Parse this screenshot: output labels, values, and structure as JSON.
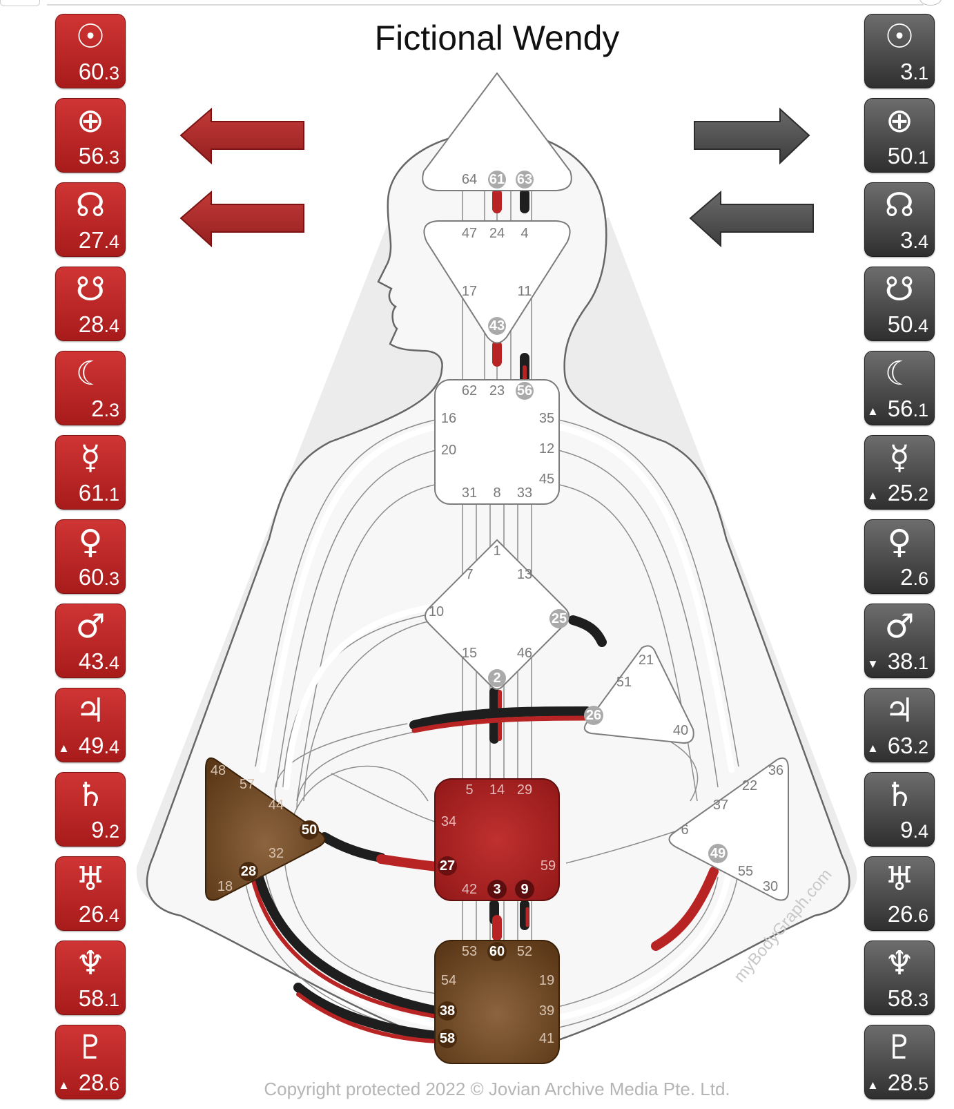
{
  "title": "Fictional Wendy",
  "copyright": "Copyright protected 2022 © Jovian Archive Media Pte. Ltd.",
  "watermark": "myBodyGraph.com",
  "colors": {
    "design_red": "#b82424",
    "personality_dark": "#3f3f3f",
    "defined_root_spleen": "#7a4e2a",
    "sacral": "#b22525"
  },
  "design_planets": [
    {
      "icon": "sun-icon",
      "symbol": "☉",
      "int": "60",
      "frac": ".3",
      "arrow": ""
    },
    {
      "icon": "earth-icon",
      "symbol": "⊕",
      "int": "56",
      "frac": ".3",
      "arrow": ""
    },
    {
      "icon": "north-node-icon",
      "symbol": "☊",
      "int": "27",
      "frac": ".4",
      "arrow": ""
    },
    {
      "icon": "south-node-icon",
      "symbol": "☋",
      "int": "28",
      "frac": ".4",
      "arrow": ""
    },
    {
      "icon": "moon-icon",
      "symbol": "☾",
      "int": "2",
      "frac": ".3",
      "arrow": ""
    },
    {
      "icon": "mercury-icon",
      "symbol": "☿",
      "int": "61",
      "frac": ".1",
      "arrow": ""
    },
    {
      "icon": "venus-icon",
      "symbol": "♀",
      "int": "60",
      "frac": ".3",
      "arrow": ""
    },
    {
      "icon": "mars-icon",
      "symbol": "♂",
      "int": "43",
      "frac": ".4",
      "arrow": ""
    },
    {
      "icon": "jupiter-icon",
      "symbol": "♃",
      "int": "49",
      "frac": ".4",
      "arrow": "▲"
    },
    {
      "icon": "saturn-icon",
      "symbol": "♄",
      "int": "9",
      "frac": ".2",
      "arrow": ""
    },
    {
      "icon": "uranus-icon",
      "symbol": "♅",
      "int": "26",
      "frac": ".4",
      "arrow": ""
    },
    {
      "icon": "neptune-icon",
      "symbol": "♆",
      "int": "58",
      "frac": ".1",
      "arrow": ""
    },
    {
      "icon": "pluto-icon",
      "symbol": "♇",
      "int": "28",
      "frac": ".6",
      "arrow": "▲"
    }
  ],
  "personality_planets": [
    {
      "icon": "sun-icon",
      "symbol": "☉",
      "int": "3",
      "frac": ".1",
      "arrow": ""
    },
    {
      "icon": "earth-icon",
      "symbol": "⊕",
      "int": "50",
      "frac": ".1",
      "arrow": ""
    },
    {
      "icon": "north-node-icon",
      "symbol": "☊",
      "int": "3",
      "frac": ".4",
      "arrow": ""
    },
    {
      "icon": "south-node-icon",
      "symbol": "☋",
      "int": "50",
      "frac": ".4",
      "arrow": ""
    },
    {
      "icon": "moon-icon",
      "symbol": "☾",
      "int": "56",
      "frac": ".1",
      "arrow": "▲"
    },
    {
      "icon": "mercury-icon",
      "symbol": "☿",
      "int": "25",
      "frac": ".2",
      "arrow": "▲"
    },
    {
      "icon": "venus-icon",
      "symbol": "♀",
      "int": "2",
      "frac": ".6",
      "arrow": ""
    },
    {
      "icon": "mars-icon",
      "symbol": "♂",
      "int": "38",
      "frac": ".1",
      "arrow": "▼"
    },
    {
      "icon": "jupiter-icon",
      "symbol": "♃",
      "int": "63",
      "frac": ".2",
      "arrow": "▲"
    },
    {
      "icon": "saturn-icon",
      "symbol": "♄",
      "int": "9",
      "frac": ".4",
      "arrow": ""
    },
    {
      "icon": "uranus-icon",
      "symbol": "♅",
      "int": "26",
      "frac": ".6",
      "arrow": ""
    },
    {
      "icon": "neptune-icon",
      "symbol": "♆",
      "int": "58",
      "frac": ".3",
      "arrow": ""
    },
    {
      "icon": "pluto-icon",
      "symbol": "♇",
      "int": "28",
      "frac": ".5",
      "arrow": "▲"
    }
  ],
  "gates": {
    "g64": "64",
    "g61": "61",
    "g63": "63",
    "g47": "47",
    "g24": "24",
    "g4": "4",
    "g17": "17",
    "g11": "11",
    "g43": "43",
    "g62": "62",
    "g23": "23",
    "g56": "56",
    "g16": "16",
    "g35": "35",
    "g20": "20",
    "g12": "12",
    "g45": "45",
    "g31": "31",
    "g8": "8",
    "g33": "33",
    "g1": "1",
    "g7": "7",
    "g13": "13",
    "g10": "10",
    "g25": "25",
    "g15": "15",
    "g46": "46",
    "g2": "2",
    "g21": "21",
    "g51": "51",
    "g26": "26",
    "g40": "40",
    "g48": "48",
    "g57": "57",
    "g44": "44",
    "g50": "50",
    "g32": "32",
    "g28": "28",
    "g18": "18",
    "g5": "5",
    "g14": "14",
    "g29": "29",
    "g34": "34",
    "g27": "27",
    "g59": "59",
    "g42": "42",
    "g3": "3",
    "g9": "9",
    "g36": "36",
    "g22": "22",
    "g37": "37",
    "g6": "6",
    "g49": "49",
    "g55": "55",
    "g30": "30",
    "g53": "53",
    "g60": "60",
    "g52": "52",
    "g54": "54",
    "g19": "19",
    "g38": "38",
    "g39": "39",
    "g58": "58",
    "g41": "41"
  }
}
